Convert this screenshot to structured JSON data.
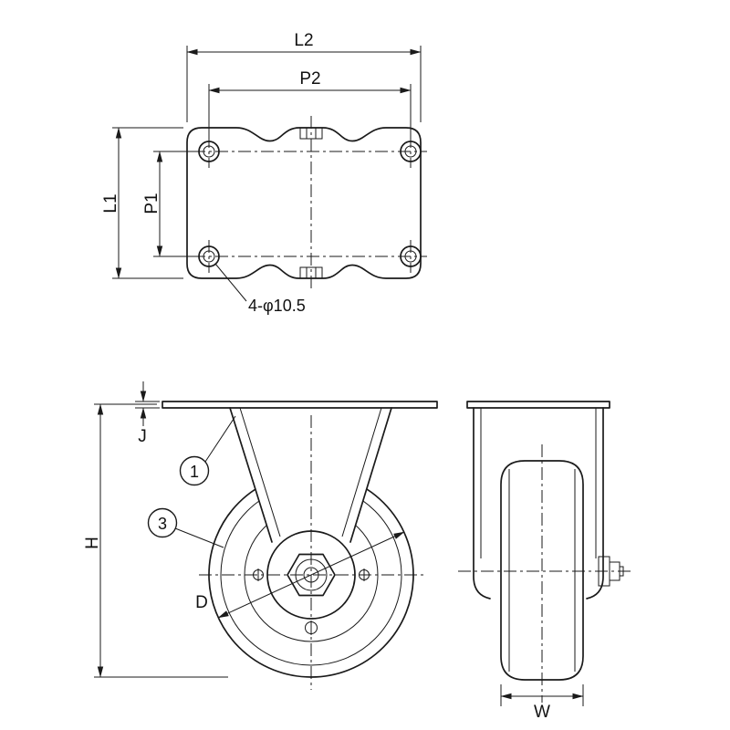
{
  "drawing": {
    "labels": {
      "l2": "L2",
      "p2": "P2",
      "l1": "L1",
      "p1": "P1",
      "hole_note": "4-φ10.5",
      "j": "J",
      "h": "H",
      "d": "D",
      "w": "W",
      "callout_1": "1",
      "callout_3": "3"
    },
    "colors": {
      "line": "#1a1a1a",
      "background": "#ffffff"
    }
  }
}
